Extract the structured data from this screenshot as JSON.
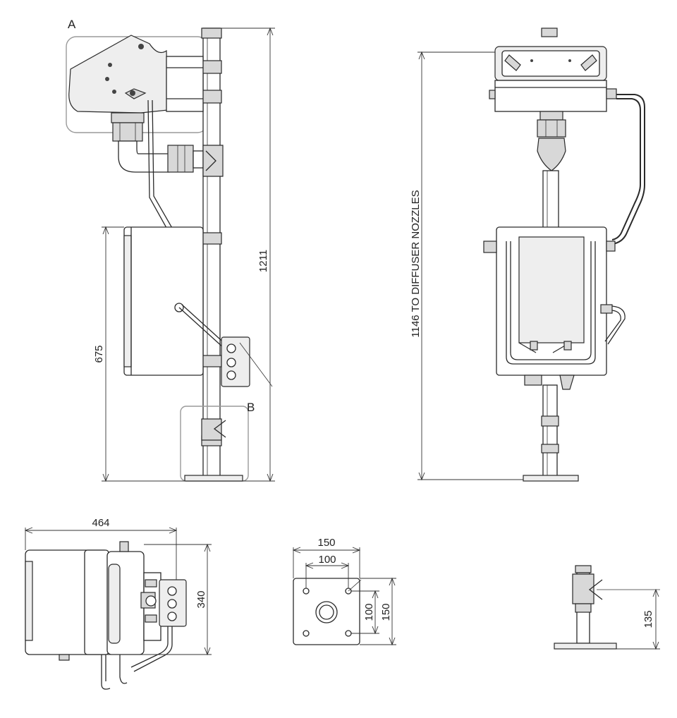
{
  "callouts": {
    "detail_a": "A",
    "detail_b": "B"
  },
  "dimensions": {
    "total_height": "1211",
    "tank_height": "675",
    "nozzle_height": "1146 TO DIFFUSER NOZZLES",
    "plan_width": "464",
    "plan_depth": "340",
    "plate_outer_w": "150",
    "plate_inner_w": "100",
    "plate_inner_h": "100",
    "plate_outer_h": "150",
    "valve_height": "135"
  },
  "colors": {
    "line": "#2a2a2a",
    "detail_box": "#9a9a9a"
  }
}
